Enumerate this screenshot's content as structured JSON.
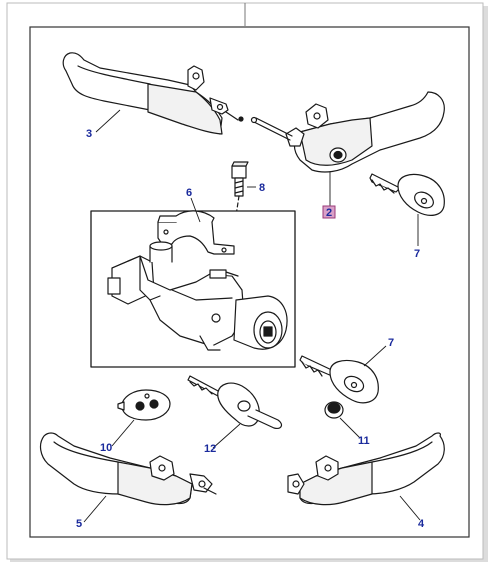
{
  "diagram": {
    "callouts": [
      {
        "id": "c3",
        "label": "3"
      },
      {
        "id": "c2",
        "label": "2"
      },
      {
        "id": "c6",
        "label": "6"
      },
      {
        "id": "c8",
        "label": "8"
      },
      {
        "id": "c7a",
        "label": "7"
      },
      {
        "id": "c7b",
        "label": "7"
      },
      {
        "id": "c10",
        "label": "10"
      },
      {
        "id": "c12",
        "label": "12"
      },
      {
        "id": "c11",
        "label": "11"
      },
      {
        "id": "c5",
        "label": "5"
      },
      {
        "id": "c4",
        "label": "4"
      }
    ],
    "colors": {
      "line": "#1a1a1a",
      "callout_text": "#1a2a9c",
      "highlight_fill": "#d9a0c8",
      "highlight_stroke": "#9a3a78",
      "frame": "#333333",
      "shade": "#e9e9e9"
    }
  }
}
